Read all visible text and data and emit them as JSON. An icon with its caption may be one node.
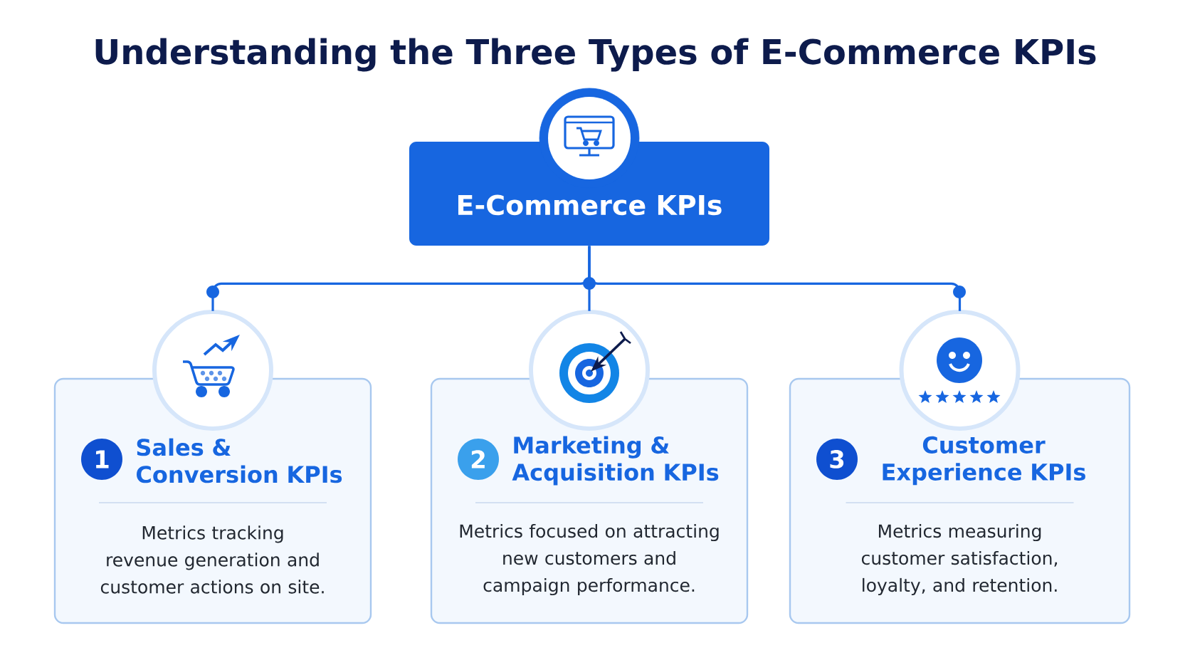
{
  "diagram": {
    "title": "Understanding the Three Types of E-Commerce KPIs",
    "nodes": [
      {
        "text": [
          "E-Commerce KPIs"
        ]
      },
      {
        "text": [
          "1",
          "Sales & Conversion KPIs",
          "Metrics tracking revenue generation and customer actions on site."
        ]
      },
      {
        "text": [
          "2",
          "Marketing & Acquisition KPIs",
          "Metrics focused on attracting new customers and campaign performance."
        ]
      },
      {
        "text": [
          "3",
          "Customer Experience KPIs",
          "Metrics measuring customer satisfaction, loyalty, and retention."
        ]
      }
    ],
    "edges": [
      {
        "from": 0,
        "to": 1,
        "arrow": "none"
      },
      {
        "from": 0,
        "to": 2,
        "arrow": "none"
      },
      {
        "from": 0,
        "to": 3,
        "arrow": "none"
      }
    ]
  }
}
